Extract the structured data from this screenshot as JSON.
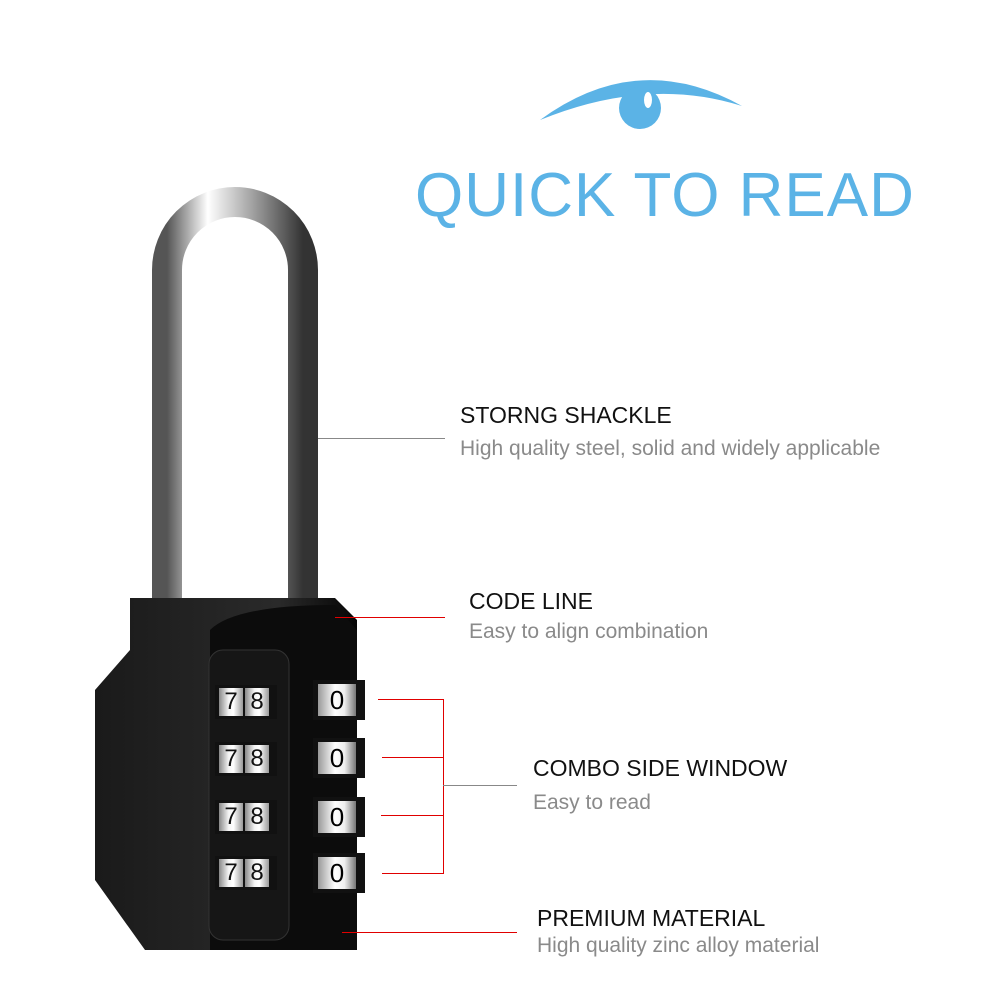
{
  "headline": "QUICK TO READ",
  "eye_icon": "eye-icon",
  "features": [
    {
      "title": "STORNG SHACKLE",
      "desc": "High quality steel, solid and widely applicable"
    },
    {
      "title": "CODE LINE",
      "desc": "Easy to align combination"
    },
    {
      "title": "COMBO SIDE WINDOW",
      "desc": "Easy to read"
    },
    {
      "title": "PREMIUM MATERIAL",
      "desc": "High quality zinc alloy material"
    }
  ],
  "dials": {
    "front": [
      "7",
      "8"
    ],
    "side": "0"
  },
  "colors": {
    "accent": "#5bb3e6",
    "pointer": "#e00000",
    "lock_body": "#111111"
  }
}
